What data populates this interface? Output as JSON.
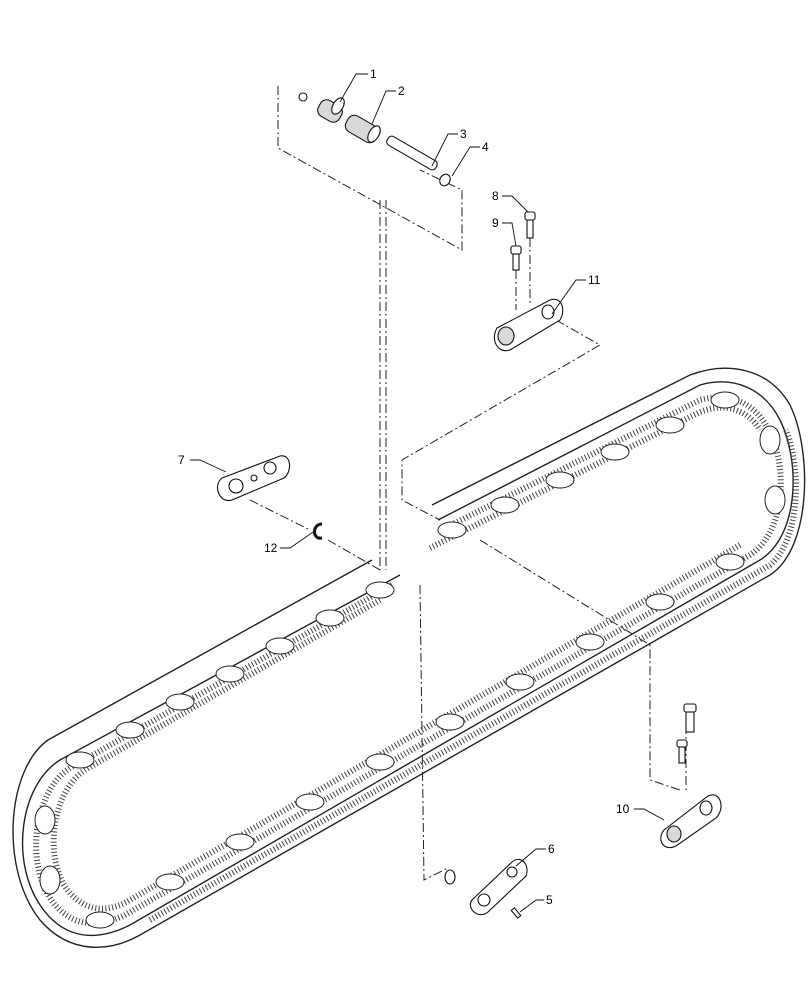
{
  "callouts": {
    "c1": "1",
    "c2": "2",
    "c3": "3",
    "c4": "4",
    "c5": "5",
    "c6": "6",
    "c7": "7",
    "c8": "8",
    "c9": "9",
    "c10": "10",
    "c11": "11",
    "c12": "12"
  },
  "icons": {
    "chain": "track-chain-assembly",
    "bushing": "bushing-icon",
    "pin": "pin-icon",
    "ring": "snap-ring-icon",
    "link": "track-link-icon",
    "bolt": "bolt-icon"
  }
}
